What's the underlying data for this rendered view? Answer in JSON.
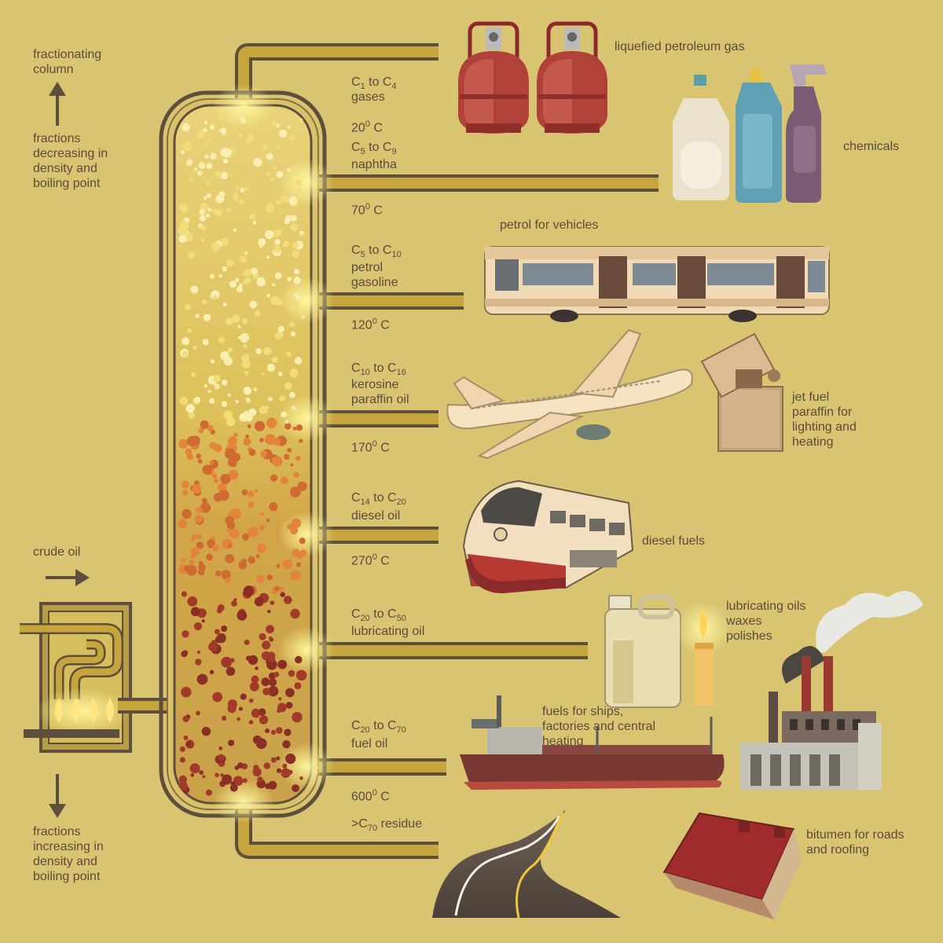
{
  "left_labels": {
    "top": "fractionating\ncolumn",
    "decreasing": "fractions\ndecreasing in\ndensity and\nboiling point",
    "crude": "crude oil",
    "increasing": "fractions\nincreasing in\ndensity and\nboiling point"
  },
  "fractions": [
    {
      "c_from": "1",
      "c_to": "4",
      "name": "gases"
    },
    {
      "c_from": "5",
      "c_to": "9",
      "name": "naphtha"
    },
    {
      "c_from": "5",
      "c_to": "10",
      "name": "petrol\ngasoline"
    },
    {
      "c_from": "10",
      "c_to": "16",
      "name": "kerosine\nparaffin oil"
    },
    {
      "c_from": "14",
      "c_to": "20",
      "name": "diesel oil"
    },
    {
      "c_from": "20",
      "c_to": "50",
      "name": "lubricating oil"
    },
    {
      "c_from": "20",
      "c_to": "70",
      "name": "fuel oil"
    }
  ],
  "residue": {
    "prefix": ">C",
    "sub": "70",
    "name": "residue"
  },
  "temperatures": [
    {
      "value": "20",
      "sup": "0",
      "unit": " C"
    },
    {
      "value": "70",
      "sup": "0",
      "unit": " C"
    },
    {
      "value": "120",
      "sup": "0",
      "unit": " C"
    },
    {
      "value": "170",
      "sup": "0",
      "unit": " C"
    },
    {
      "value": "270",
      "sup": "0",
      "unit": " C"
    },
    {
      "value": "600",
      "sup": "0",
      "unit": " C"
    }
  ],
  "products": {
    "lpg": "liquefied petroleum gas",
    "chemicals": "chemicals",
    "petrol": "petrol for vehicles",
    "jet": "jet fuel\nparaffin for\nlighting and\nheating",
    "diesel": "diesel fuels",
    "lubricating": "lubricating oils\nwaxes\npolishes",
    "ships": "fuels for ships,\nfactories and central\nheating",
    "bitumen": "bitumen for roads\nand roofing"
  },
  "colors": {
    "background": "#d8c471",
    "pipe": "#c6a53d",
    "column_fill": "#d6b24a",
    "text": "#5b4b3b"
  }
}
